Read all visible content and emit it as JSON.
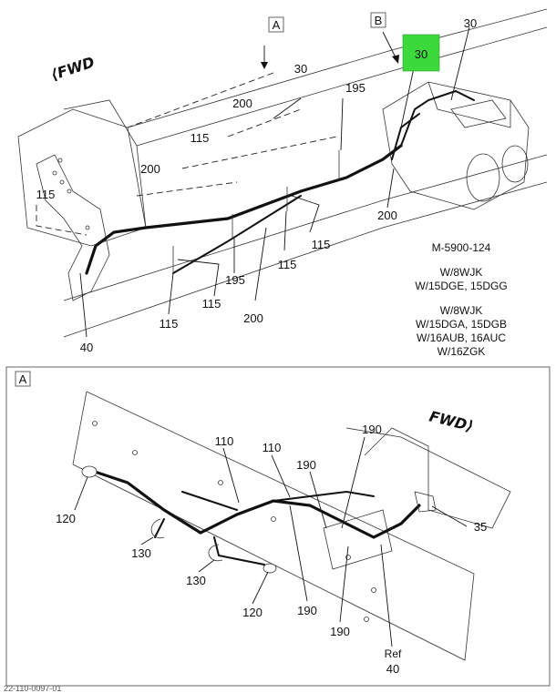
{
  "top_view": {
    "view_markers": {
      "a": "A",
      "b": "B"
    },
    "fwd_label": "⟨FWD",
    "highlight": {
      "label": "30",
      "color": "#3cd93c"
    },
    "callouts": {
      "c30_right": "30",
      "c30_mid": "30",
      "c200_a": "200",
      "c195_a": "195",
      "c115_a": "115",
      "c200_b": "200",
      "c115_b": "115",
      "c200_c": "200",
      "c115_c": "115",
      "c195_b": "195",
      "c115_d": "115",
      "c200_d": "200",
      "c115_e": "115",
      "c115_f": "115",
      "c40": "40"
    },
    "model_code": "M-5900-124",
    "applicability_1": [
      "W/8WJK",
      "W/15DGE, 15DGG"
    ],
    "applicability_2": [
      "W/8WJK",
      "W/15DGA, 15DGB",
      "W/16AUB, 16AUC",
      "W/16ZGK"
    ]
  },
  "detail_view": {
    "view_marker": "A",
    "fwd_label": "FWD⟩",
    "callouts": {
      "c110_a": "110",
      "c110_b": "110",
      "c190_a": "190",
      "c190_b": "190",
      "c190_c": "190",
      "c190_d": "190",
      "c120_a": "120",
      "c120_b": "120",
      "c130_a": "130",
      "c130_b": "130",
      "c35": "35",
      "ref_label": "Ref",
      "c40": "40"
    }
  },
  "footer": {
    "left_code": "22-110-0097-01"
  }
}
